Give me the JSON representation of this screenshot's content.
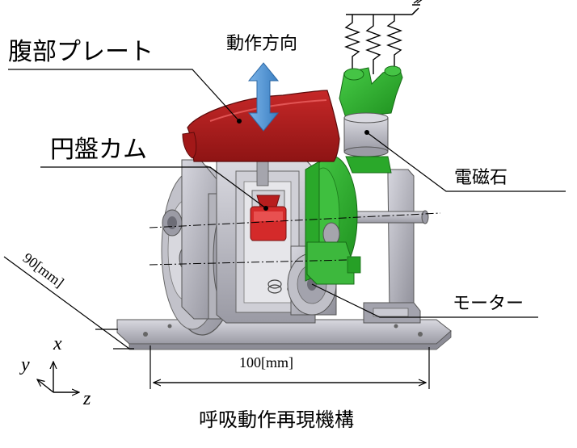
{
  "labels": {
    "abdominal_plate": "腹部プレート",
    "motion_direction": "動作方向",
    "disc_cam": "円盤カム",
    "electromagnet": "電磁石",
    "motor": "モーター"
  },
  "dimensions": {
    "depth": "90[mm]",
    "width": "100[mm]"
  },
  "axes": {
    "x": "x",
    "y": "y",
    "z": "z"
  },
  "caption": "呼吸動作再現機構",
  "colors": {
    "plate_red": "#b51e1e",
    "cam_red": "#d42a2a",
    "magnet_green": "#2fb52f",
    "arrow_blue": "#4a8fd1",
    "frame_grey": "#b8b8c0"
  }
}
